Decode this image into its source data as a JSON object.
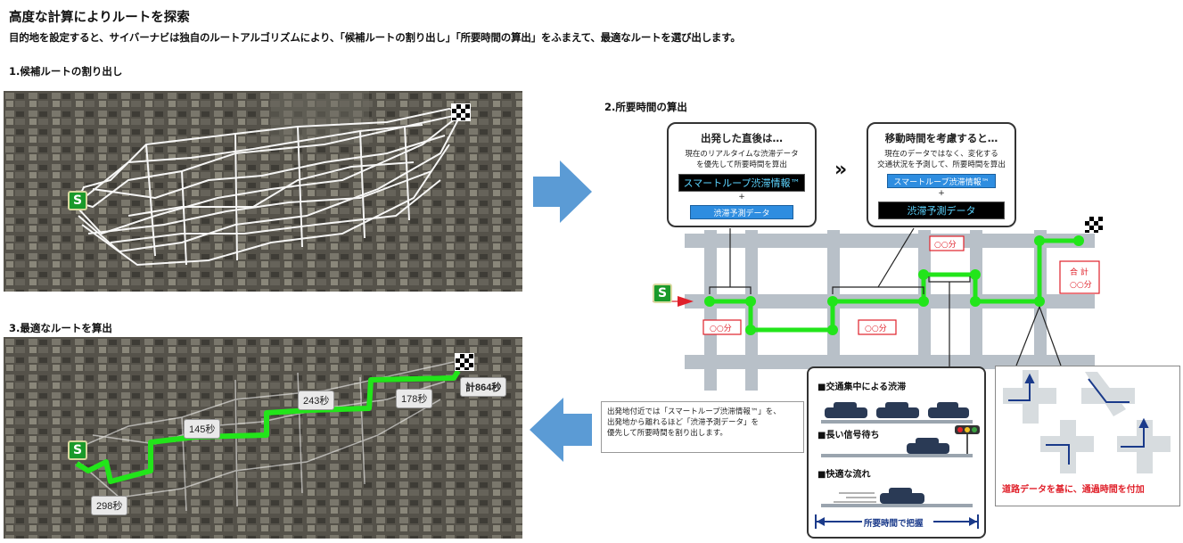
{
  "header": {
    "title": "高度な計算によりルートを探索",
    "subtitle": "目的地を設定すると、サイバーナビは独自のルートアルゴリズムにより、「候補ルートの割り出し」「所要時間の算出」をふまえて、最適なルートを選び出します。"
  },
  "sections": {
    "step1": "1.候補ルートの割り出し",
    "step2": "2.所要時間の算出",
    "step3": "3.最適なルートを算出"
  },
  "flags": {
    "start_label": "S"
  },
  "step2": {
    "box_left": {
      "heading": "出発した直後は…",
      "desc_line1": "現在のリアルタイムな渋滞データ",
      "desc_line2": "を優先して所要時間を算出",
      "tag_primary": "スマートループ渋滞情報™",
      "plus": "+",
      "tag_secondary": "渋滞予測データ"
    },
    "box_right": {
      "heading": "移動時間を考慮すると…",
      "desc_line1": "現在のデータではなく、変化する",
      "desc_line2": "交通状況を予測して、所要時間を算出",
      "tag_primary": "スマートループ渋滞情報™",
      "plus": "+",
      "tag_secondary": "渋滞予測データ"
    },
    "chevrons": "»",
    "time_placeholder": "○○分",
    "total_line1": "合 計",
    "total_line2": "○○分"
  },
  "step3": {
    "segments": [
      "298秒",
      "145秒",
      "243秒",
      "178秒"
    ],
    "total": "計864秒"
  },
  "note": {
    "line1": "出発地付近では「スマートループ渋滞情報™」を、",
    "line2": "出発地から離れるほど「渋滞予測データ」を",
    "line3": "優先して所要時間を割り出します。"
  },
  "legend": {
    "item1": "■交通集中による渋滞",
    "item2": "■長い信号待ち",
    "item3": "■快適な流れ",
    "footer": "所要時間で把握"
  },
  "road_caption": "道路データを基に、通過時間を付加",
  "colors": {
    "route_green": "#22e51a",
    "accent_red": "#e0202a",
    "arrow_blue": "#5b9bd5",
    "road_gray": "#b8c0c8"
  }
}
